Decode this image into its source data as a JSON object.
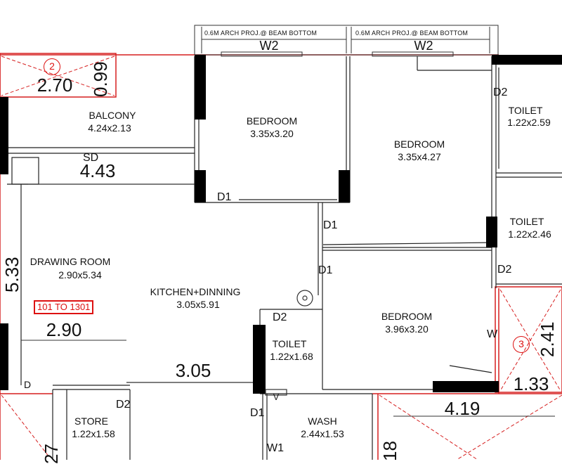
{
  "colors": {
    "wall": "#000000",
    "line": "#333333",
    "red": "#d61f1f",
    "paper": "#ffffff"
  },
  "notes": {
    "arch_left": "0.6M ARCH PROJ.@ BEAM BOTTOM",
    "arch_right": "0.6M ARCH PROJ.@ BEAM BOTTOM"
  },
  "windows": {
    "w2_left": "W2",
    "w2_right": "W2",
    "w1": "W1",
    "w_right": "W"
  },
  "rooms": {
    "balcony": {
      "name": "BALCONY",
      "size": "4.24x2.13"
    },
    "bedroom1": {
      "name": "BEDROOM",
      "size": "3.35x3.20"
    },
    "bedroom2": {
      "name": "BEDROOM",
      "size": "3.35x4.27"
    },
    "toilet1": {
      "name": "TOILET",
      "size": "1.22x2.59"
    },
    "toilet2": {
      "name": "TOILET",
      "size": "1.22x2.46"
    },
    "drawing": {
      "name": "DRAWING ROOM",
      "size": "2.90x5.34"
    },
    "kitchen": {
      "name": "KITCHEN+DINNING",
      "size": "3.05x5.91"
    },
    "bedroom3": {
      "name": "BEDROOM",
      "size": "3.96x3.20"
    },
    "toilet3": {
      "name": "TOILET",
      "size": "1.22x1.68"
    },
    "store": {
      "name": "STORE",
      "size": "1.22x1.58"
    },
    "wash": {
      "name": "WASH",
      "size": "2.44x1.53"
    }
  },
  "dimensions": {
    "d270": "2.70",
    "d099": "0.99",
    "d443": "4.43",
    "d533": "5.33",
    "d290": "2.90",
    "d305": "3.05",
    "d241": "2.41",
    "d133": "1.33",
    "d419": "4.19",
    "d27": "27",
    "d18": "18"
  },
  "doors": {
    "d2_toilet1": "D2",
    "d1_bed1": "D1",
    "d1_bed2": "D1",
    "d1_bed3": "D1",
    "d2_toilet2": "D2",
    "d2_toilet3": "D2",
    "d_drawing": "D",
    "d2_store": "D2",
    "d1_wash": "D1",
    "sd": "SD",
    "v": "V"
  },
  "badge": "101 TO 1301",
  "circles": {
    "c2": "2",
    "c3": "3"
  }
}
